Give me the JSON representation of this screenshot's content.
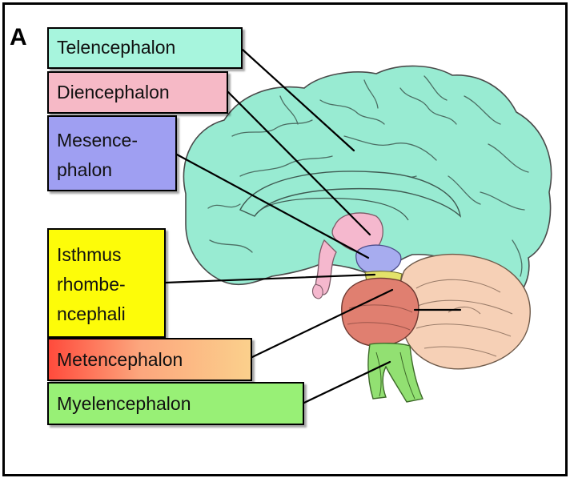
{
  "panel_letter": "A",
  "labels": [
    {
      "key": "telencephalon",
      "text": "Telencephalon",
      "color": "#a7f5dd"
    },
    {
      "key": "diencephalon",
      "text": "Diencephalon",
      "color": "#f6b9c6"
    },
    {
      "key": "mesencephalon",
      "lines": [
        "Mesence-",
        "phalon"
      ],
      "color": "#9f9ff2"
    },
    {
      "key": "isthmus",
      "lines": [
        "Isthmus",
        "rhombe-",
        "ncephali"
      ],
      "color": "#fdfc09"
    },
    {
      "key": "metencephalon",
      "text": "Metencephalon",
      "color": "#ff4b3c"
    },
    {
      "key": "myelencephalon",
      "text": "Myelencephalon",
      "color": "#98f076"
    }
  ],
  "region_colors": {
    "cortex": "#98ebd2",
    "diencephalon": "#f5b8ce",
    "mesencephalon": "#a7acef",
    "isthmus": "#e3e26a",
    "pons": "#e07f70",
    "cerebellum": "#f6d0b6",
    "medulla": "#92e072"
  }
}
